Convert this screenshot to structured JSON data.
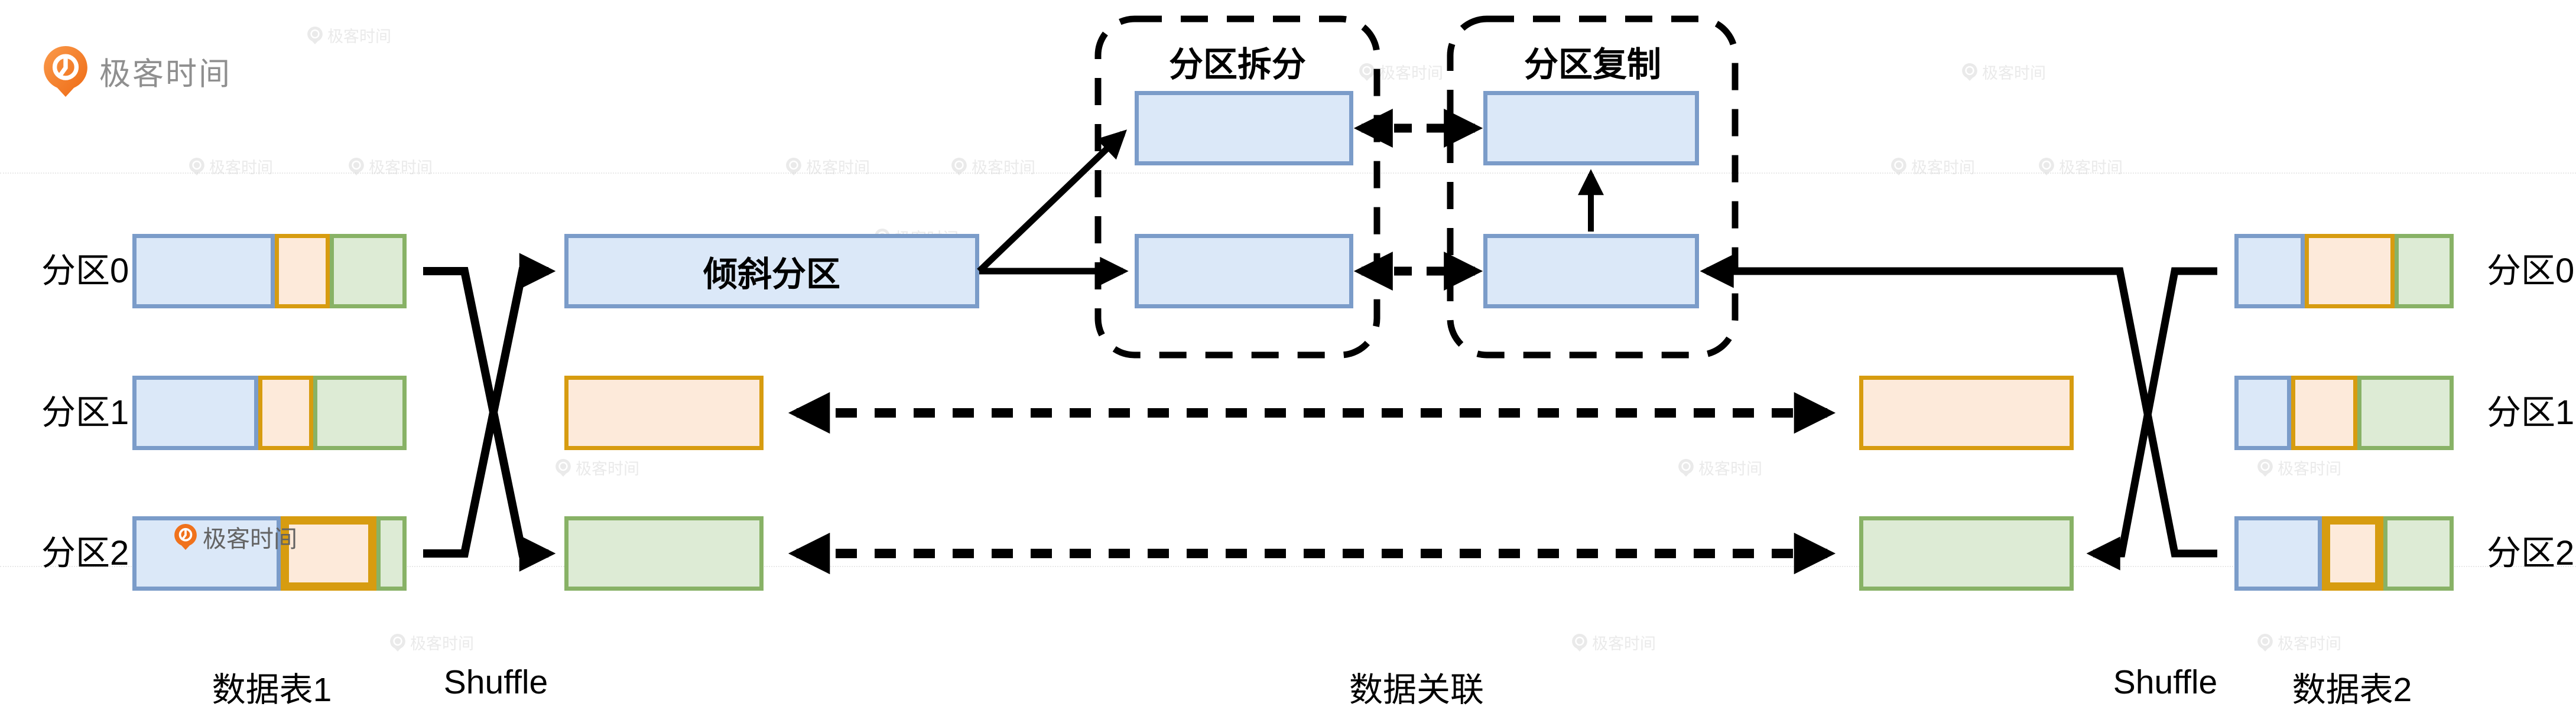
{
  "logo": {
    "brand": "极客时间"
  },
  "watermark": {
    "brand": "极客时间"
  },
  "left_table": {
    "caption": "数据表1",
    "shuffle_label": "Shuffle",
    "partitions": [
      {
        "label": "分区0",
        "segments": [
          {
            "color": "blue",
            "pct": 52
          },
          {
            "color": "orange",
            "pct": 20
          },
          {
            "color": "green",
            "pct": 28
          }
        ]
      },
      {
        "label": "分区1",
        "segments": [
          {
            "color": "blue",
            "pct": 46
          },
          {
            "color": "orange",
            "pct": 20
          },
          {
            "color": "green",
            "pct": 34
          }
        ]
      },
      {
        "label": "分区2",
        "segments": [
          {
            "color": "blue",
            "pct": 54
          },
          {
            "color": "orange",
            "pct": 35,
            "thick": true
          },
          {
            "color": "green",
            "pct": 11
          }
        ]
      }
    ]
  },
  "right_table": {
    "caption": "数据表2",
    "shuffle_label": "Shuffle",
    "partitions": [
      {
        "label": "分区0",
        "segments": [
          {
            "color": "blue",
            "pct": 32
          },
          {
            "color": "orange",
            "pct": 41
          },
          {
            "color": "green",
            "pct": 27
          }
        ]
      },
      {
        "label": "分区1",
        "segments": [
          {
            "color": "blue",
            "pct": 26
          },
          {
            "color": "orange",
            "pct": 30
          },
          {
            "color": "green",
            "pct": 44
          }
        ]
      },
      {
        "label": "分区2",
        "segments": [
          {
            "color": "blue",
            "pct": 40
          },
          {
            "color": "orange",
            "pct": 28,
            "thick": true
          },
          {
            "color": "green",
            "pct": 32
          }
        ]
      }
    ]
  },
  "flow": {
    "skew_partition_label": "倾斜分区",
    "split_group_title": "分区拆分",
    "copy_group_title": "分区复制",
    "join_label": "数据关联"
  },
  "colors": {
    "blue_fill": "#dbe8f8",
    "blue_border": "#7b9cc9",
    "orange_fill": "#fdeada",
    "orange_border": "#d79c10",
    "green_fill": "#ddebd5",
    "green_border": "#88b266",
    "line": "#000000",
    "logo_orange": "#f0721c"
  }
}
